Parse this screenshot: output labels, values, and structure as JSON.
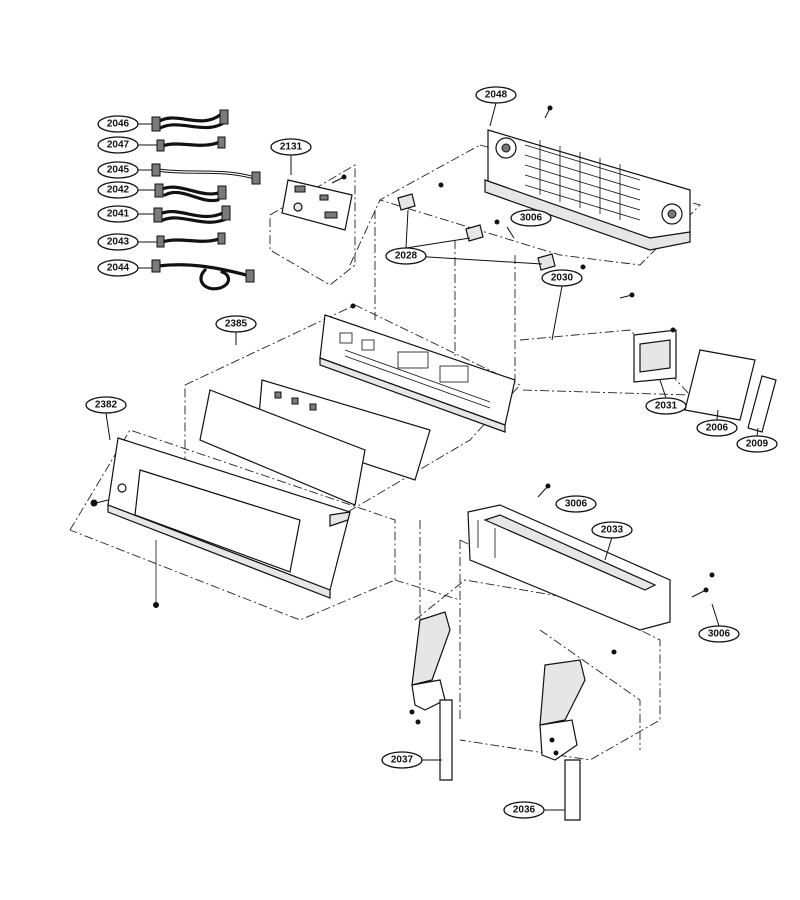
{
  "labels": [
    {
      "id": "2048",
      "text": "2048"
    },
    {
      "id": "2046",
      "text": "2046"
    },
    {
      "id": "2047",
      "text": "2047"
    },
    {
      "id": "2045",
      "text": "2045"
    },
    {
      "id": "2042",
      "text": "2042"
    },
    {
      "id": "2041",
      "text": "2041"
    },
    {
      "id": "2043",
      "text": "2043"
    },
    {
      "id": "2044",
      "text": "2044"
    },
    {
      "id": "2131",
      "text": "2131"
    },
    {
      "id": "3006a",
      "text": "3006"
    },
    {
      "id": "2028",
      "text": "2028"
    },
    {
      "id": "2030",
      "text": "2030"
    },
    {
      "id": "2385",
      "text": "2385"
    },
    {
      "id": "2031",
      "text": "2031"
    },
    {
      "id": "2006",
      "text": "2006"
    },
    {
      "id": "2009",
      "text": "2009"
    },
    {
      "id": "2382",
      "text": "2382"
    },
    {
      "id": "3006b",
      "text": "3006"
    },
    {
      "id": "2033",
      "text": "2033"
    },
    {
      "id": "3006c",
      "text": "3006"
    },
    {
      "id": "2037",
      "text": "2037"
    },
    {
      "id": "2036",
      "text": "2036"
    }
  ]
}
